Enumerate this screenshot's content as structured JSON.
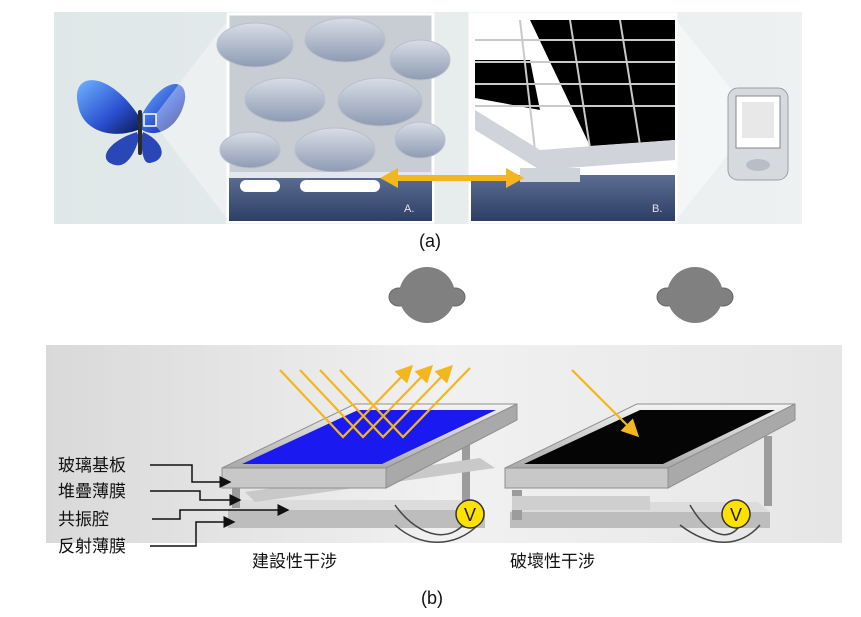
{
  "panel_a": {
    "caption": "(a)",
    "inset_a_label": "A.",
    "inset_b_label": "B."
  },
  "panel_b": {
    "caption": "(b)",
    "layer_labels": [
      "玻璃基板",
      "堆疊薄膜",
      "共振腔",
      "反射薄膜"
    ],
    "left_state": "建設性干涉",
    "right_state": "破壞性干涉",
    "voltage_symbol": "V"
  },
  "colors": {
    "blue_pixel": "#1a1af0",
    "black_pixel": "#050505",
    "arrow_gold": "#f2b61e",
    "voltage_badge": "#ffe100",
    "head_gray": "#808080"
  }
}
